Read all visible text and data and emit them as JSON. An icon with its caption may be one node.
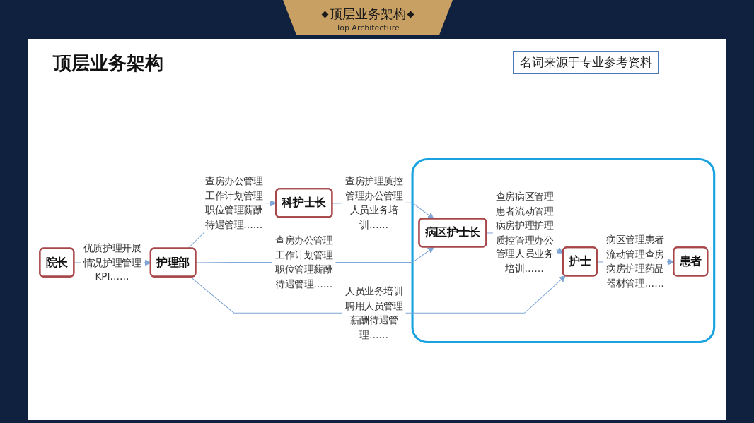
{
  "diagram": {
    "title": "顶层业务架构",
    "nodes": [
      {
        "text": [
          "院长"
        ]
      },
      {
        "text": [
          "护理部"
        ]
      },
      {
        "text": [
          "科护士长"
        ]
      },
      {
        "text": [],
        "shape": "box"
      },
      {
        "text": [
          "病区护士长"
        ],
        "in": 3
      },
      {
        "text": [
          "护士"
        ],
        "in": 3
      },
      {
        "text": [
          "患者"
        ],
        "in": 3
      }
    ],
    "edges": [
      {
        "from": 0,
        "to": 1,
        "arrow": "to",
        "label": "优质护理开展情况护理管理KPI……"
      },
      {
        "from": 1,
        "to": 2,
        "arrow": "to",
        "label": "查房办公管理工作计划管理职位管理薪酬待遇管理……"
      },
      {
        "from": 2,
        "to": 4,
        "arrow": "to",
        "label": "查房护理质控管理办公管理人员业务培训……"
      },
      {
        "from": 1,
        "to": 4,
        "arrow": "to",
        "label": "查房办公管理工作计划管理职位管理薪酬待遇管理……"
      },
      {
        "from": 4,
        "to": 5,
        "arrow": "to",
        "label": "查房病区管理患者流动管理病房护理护理质控管理办公管理人员业务培训……"
      },
      {
        "from": 1,
        "to": 5,
        "arrow": "to",
        "label": "人员业务培训聘用人员管理薪酬待遇管理……"
      },
      {
        "from": 5,
        "to": 6,
        "arrow": "to",
        "label": "病区管理患者流动管理查房病房护理药品器材管理……"
      }
    ],
    "labels": [
      "Top Architecture",
      "顶层业务架构",
      "名词来源于专业参考资料"
    ]
  }
}
